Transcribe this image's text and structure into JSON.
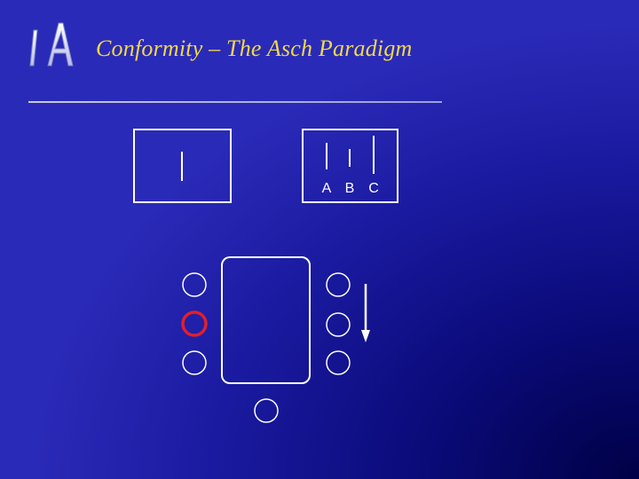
{
  "slide": {
    "title": "Conformity – The Asch Paradigm"
  },
  "logo": {
    "icon": "ia-logo-icon"
  },
  "comparison_card": {
    "labels": [
      "A",
      "B",
      "C"
    ]
  },
  "colors": {
    "title": "#f2d84a",
    "lines": "#ffffff",
    "subject_highlight": "#e0202a",
    "background_light": "#2a2ab8",
    "background_dark": "#000046"
  }
}
